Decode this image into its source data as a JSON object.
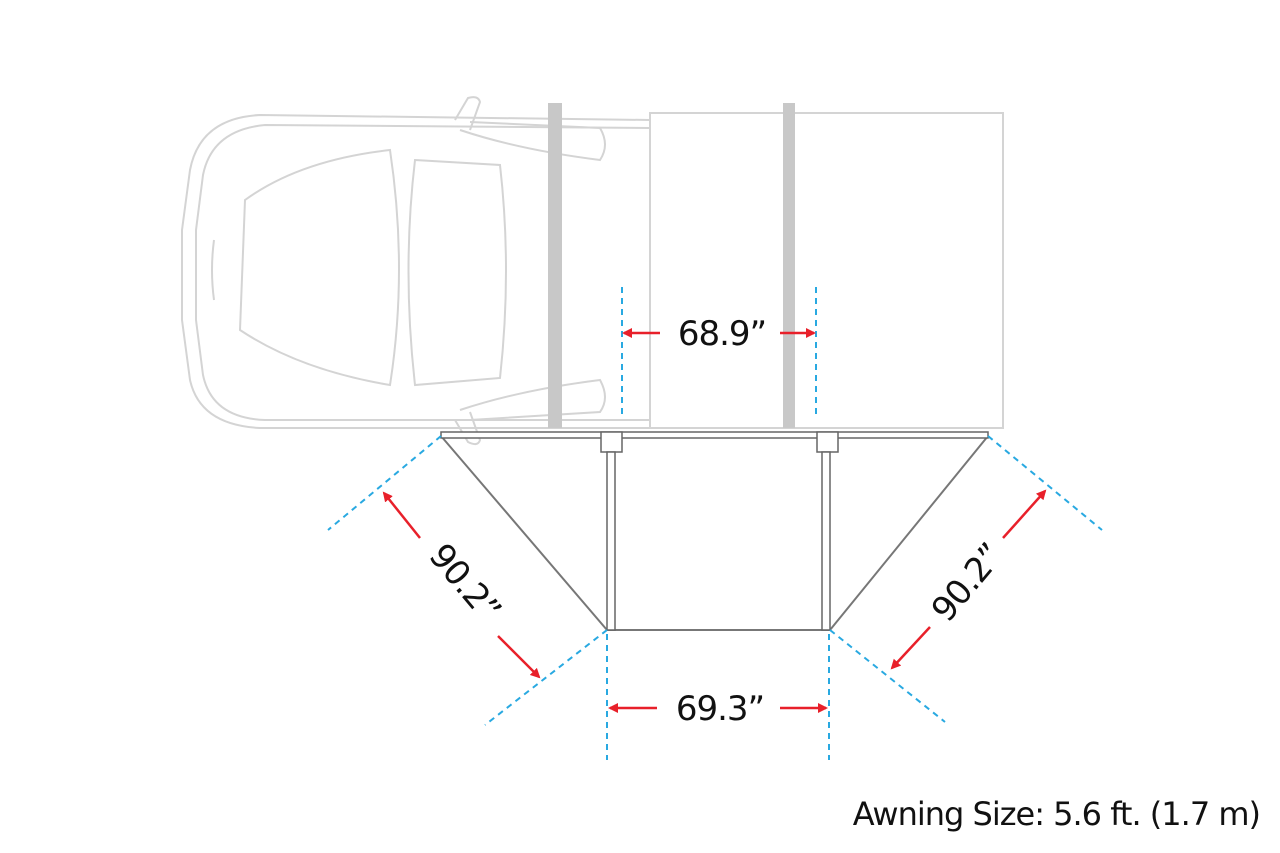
{
  "dimensions": {
    "top_width": "68.9”",
    "bottom_width": "69.3”",
    "left_side": "90.2”",
    "right_side": "90.2”"
  },
  "caption": "Awning Size: 5.6 ft. (1.7 m)",
  "colors": {
    "dimension_line": "#29a9e1",
    "arrow": "#e8202a",
    "awning": "#777777",
    "vehicle": "#d4d4d4",
    "roof_bar": "#c8c8c8"
  }
}
